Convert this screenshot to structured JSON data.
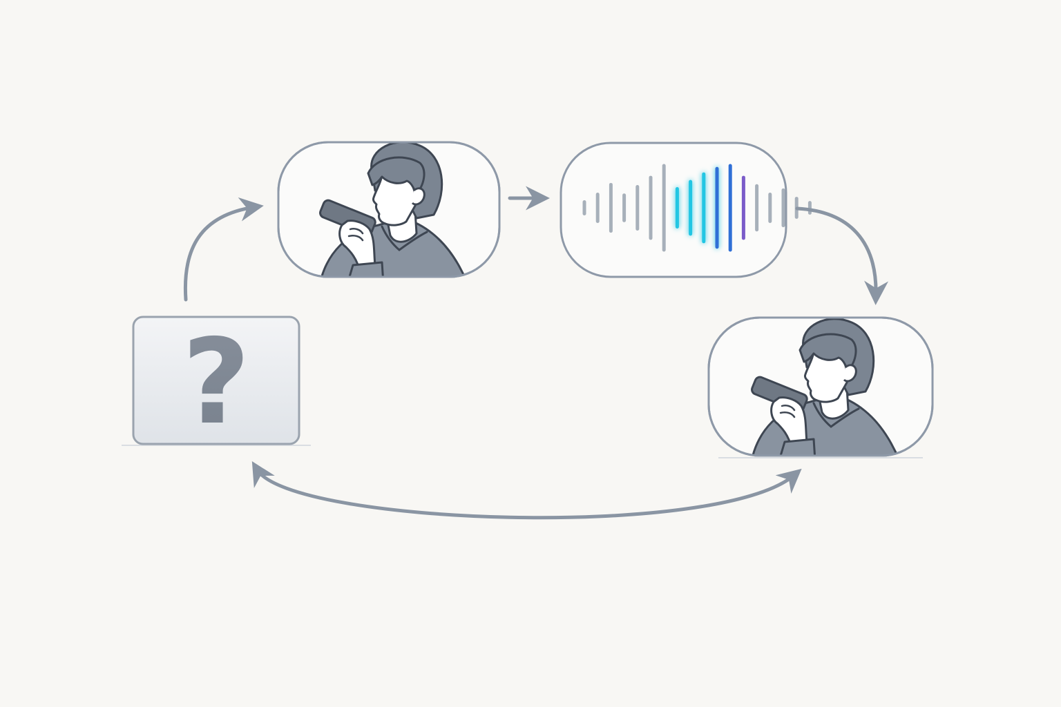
{
  "diagram": {
    "unknown_box": {
      "glyph": "?"
    },
    "nodes": [
      {
        "id": "unknown",
        "icon": "question-mark-icon"
      },
      {
        "id": "speaker-1",
        "icon": "person-speaking-into-phone-icon"
      },
      {
        "id": "waveform",
        "icon": "audio-waveform-icon"
      },
      {
        "id": "speaker-2",
        "icon": "person-speaking-into-phone-icon"
      }
    ],
    "edges": [
      {
        "from": "unknown",
        "to": "speaker-1",
        "direction": "forward"
      },
      {
        "from": "speaker-1",
        "to": "waveform",
        "direction": "forward"
      },
      {
        "from": "waveform",
        "to": "speaker-2",
        "direction": "forward"
      },
      {
        "from": "speaker-2",
        "to": "unknown",
        "direction": "bidirectional"
      }
    ]
  },
  "colors": {
    "background": "#f8f7f4",
    "outline": "#8e99a8",
    "arrow": "#8a95a3",
    "figure_fill": "#7b8592",
    "figure_outline": "#3e4652",
    "skin": "#ffffff",
    "wave_gray": "#a7b0ba",
    "wave_cyan": "#22c6e3",
    "wave_blue": "#2f6fd6",
    "wave_purple": "#7b5cc9"
  },
  "waveform_levels": [
    0.14,
    0.32,
    0.55,
    0.3,
    0.5,
    0.72,
    1.0,
    0.45,
    0.62,
    0.8,
    0.93,
    1.0,
    0.72,
    0.52,
    0.32,
    0.42,
    0.22,
    0.12
  ]
}
